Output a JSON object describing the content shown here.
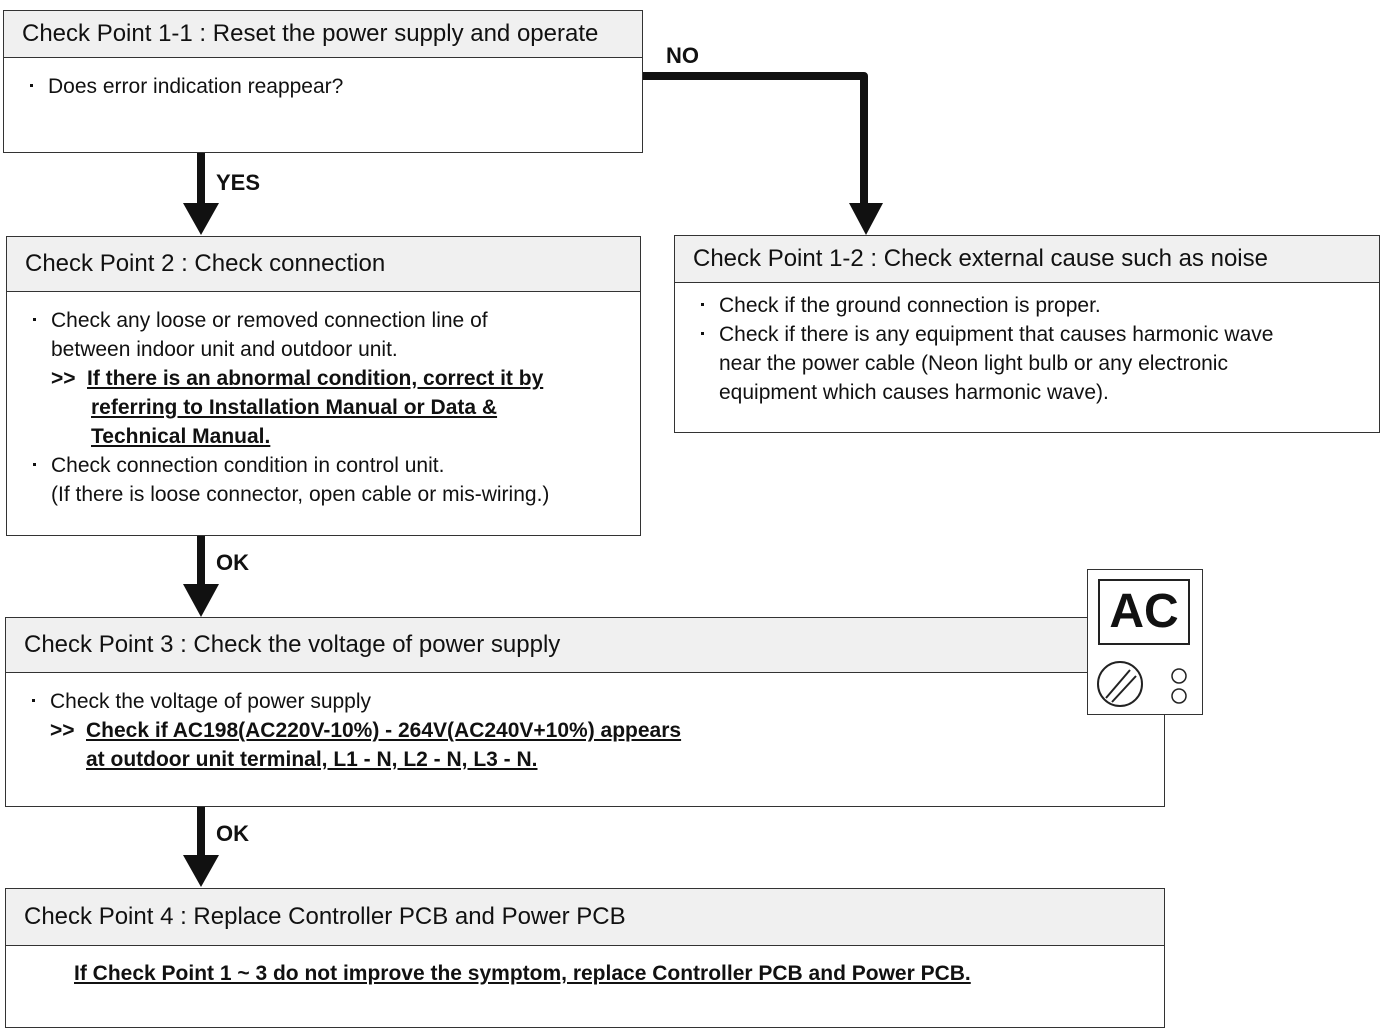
{
  "cp11": {
    "title": "Check Point 1-1 : Reset the power supply and operate",
    "items": [
      "Does error indication reappear?"
    ]
  },
  "cp12": {
    "title": "Check Point 1-2 : Check external cause such as noise",
    "items": [
      "Check if the ground connection is proper.",
      "Check if there is any equipment that causes harmonic wave",
      "near the power cable (Neon light bulb or any electronic",
      "equipment which causes harmonic wave)."
    ]
  },
  "cp2": {
    "title": "Check Point 2 : Check connection",
    "item1_a": "Check any loose or removed connection line of",
    "item1_b": "between indoor unit and outdoor unit.",
    "note_prefix": ">>",
    "note_1": "If there is an abnormal condition, correct it by",
    "note_2": "referring to Installation Manual or Data &",
    "note_3": "Technical Manual.",
    "item2_a": "Check connection condition in control unit.",
    "item2_b": "(If there is loose connector, open cable or mis-wiring.)"
  },
  "cp3": {
    "title": "Check Point 3 : Check the voltage of power supply",
    "item1": "Check the voltage of power supply",
    "note_prefix": ">>",
    "note_1": "Check if AC198(AC220V-10%) - 264V(AC240V+10%) appears",
    "note_2": "at outdoor unit terminal, L1 - N, L2 - N, L3 - N."
  },
  "cp4": {
    "title": "Check Point 4 : Replace Controller PCB and Power PCB",
    "note": "If Check Point 1 ~ 3 do not improve the symptom, replace Controller PCB and Power PCB."
  },
  "labels": {
    "no": "NO",
    "yes": "YES",
    "ok1": "OK",
    "ok2": "OK"
  },
  "meter": {
    "display": "AC",
    "icon": "multimeter-icon"
  }
}
